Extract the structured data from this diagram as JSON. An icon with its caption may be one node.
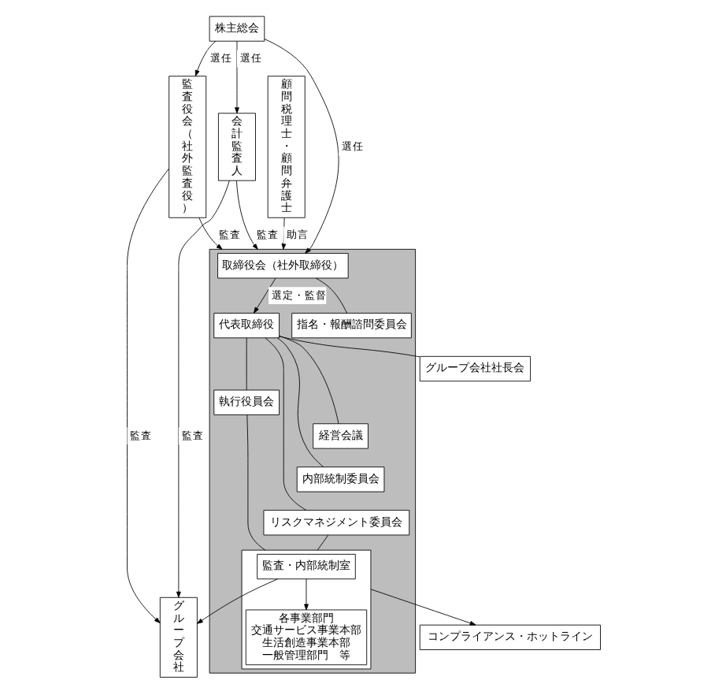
{
  "diagram": {
    "nodes": [
      {
        "text": [
          "株主総会"
        ]
      },
      {
        "text": [
          "会計監査人"
        ]
      },
      {
        "text": [
          "監査役会（社外監査役）"
        ]
      },
      {
        "text": [],
        "shape": "box"
      },
      {
        "text": [
          "取締役会（社外取締役）"
        ],
        "in": 3
      },
      {
        "text": [
          "指名・報酬諮問委員会"
        ],
        "in": 3
      },
      {
        "text": [
          "グループ会社社長会"
        ]
      },
      {
        "text": [
          "代表取締役"
        ],
        "in": 3
      },
      {
        "text": [
          "経営会議"
        ],
        "in": 3
      },
      {
        "text": [
          "内部統制委員会"
        ],
        "in": 3
      },
      {
        "text": [
          "リスクマネジメント委員会"
        ],
        "in": 3
      },
      {
        "text": [
          "コンプライアンス・ホットライン"
        ]
      },
      {
        "text": [
          "執行役員会"
        ],
        "in": 3
      },
      {
        "text": [
          "顧問税理士・顧問弁護士"
        ]
      },
      {
        "text": [],
        "shape": "box",
        "in": 3
      },
      {
        "text": [
          "監査・内部統制室"
        ],
        "in": 14
      },
      {
        "text": [
          "各事業部門",
          "交通サービス事業本部",
          "生活創造事業本部",
          "一般管理部門　等"
        ],
        "in": 14
      },
      {
        "text": [
          "グループ会社"
        ]
      }
    ],
    "edges": [
      {
        "from": 0,
        "to": 1,
        "arrow": "to",
        "label": "選任"
      },
      {
        "from": 0,
        "to": 2,
        "arrow": "to",
        "label": "選任"
      },
      {
        "from": 0,
        "to": 4,
        "arrow": "to",
        "label": "選任"
      },
      {
        "from": 2,
        "to": 17,
        "arrow": "to",
        "label": "監査"
      },
      {
        "from": 2,
        "to": 3,
        "arrow": "to",
        "label": "監査"
      },
      {
        "from": 1,
        "to": 3,
        "arrow": "to",
        "label": "監査"
      },
      {
        "from": 13,
        "to": 3,
        "arrow": "to",
        "label": "助言"
      },
      {
        "from": 4,
        "to": 5,
        "arrow": "none"
      },
      {
        "from": 4,
        "to": 7,
        "arrow": "to",
        "label": "選定・監督"
      },
      {
        "from": 7,
        "to": 6,
        "arrow": "none"
      },
      {
        "from": 7,
        "to": 8,
        "arrow": "none"
      },
      {
        "from": 7,
        "to": 9,
        "arrow": "none"
      },
      {
        "from": 7,
        "to": 10,
        "arrow": "none"
      },
      {
        "from": 7,
        "to": 12,
        "arrow": "none"
      },
      {
        "from": 12,
        "to": 14,
        "arrow": "none"
      },
      {
        "from": 10,
        "to": 14,
        "arrow": "none"
      },
      {
        "from": 14,
        "to": 11,
        "arrow": "to"
      },
      {
        "from": 15,
        "to": 16,
        "arrow": "to"
      },
      {
        "from": 15,
        "to": 17,
        "arrow": "to"
      },
      {
        "from": 1,
        "to": 17,
        "arrow": "to",
        "label": "監査"
      }
    ]
  }
}
